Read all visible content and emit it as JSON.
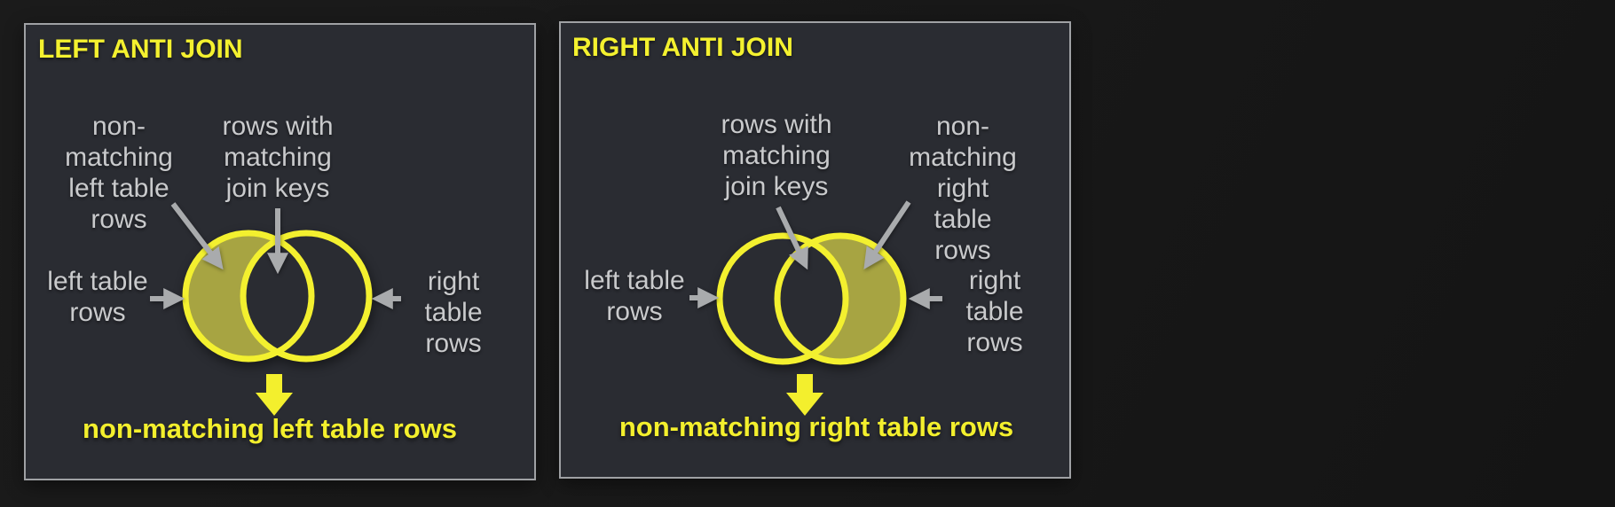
{
  "colors": {
    "page_bg": "#181818",
    "panel_bg": "#2a2c32",
    "panel_border": "#9fa1a4",
    "title_yellow": "#f4f12f",
    "label_gray": "#c9cacc",
    "arrow_gray": "#a9abad",
    "venn_stroke": "#f3f02f",
    "crescent_fill": "#a7a442",
    "caption_yellow": "#f3ef2d"
  },
  "panels": [
    {
      "title": "LEFT ANTI JOIN",
      "labels": {
        "non_matching": "non-\nmatching\nleft table\nrows",
        "matching": "rows with\nmatching\njoin keys",
        "left_table": "left table\nrows",
        "right_table": "right table\nrows"
      },
      "caption": "non-matching left table rows"
    },
    {
      "title": "RIGHT ANTI JOIN",
      "labels": {
        "matching": "rows with\nmatching\njoin keys",
        "non_matching": "non-\nmatching\nright table\nrows",
        "left_table": "left table\nrows",
        "right_table": "right table\nrows"
      },
      "caption": "non-matching right table rows"
    }
  ]
}
